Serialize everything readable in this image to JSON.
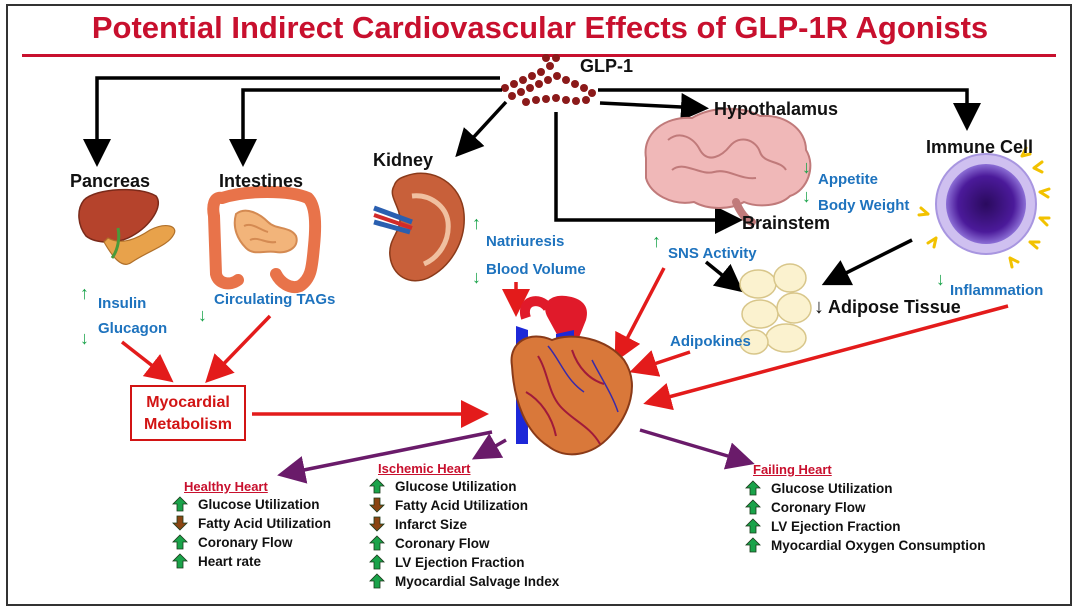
{
  "title": "Potential Indirect Cardiovascular Effects of GLP-1R Agonists",
  "glp1": "GLP-1",
  "organs": {
    "hypothalamus": "Hypothalamus",
    "immune_cell": "Immune Cell",
    "kidney": "Kidney",
    "pancreas": "Pancreas",
    "intestines": "Intestines",
    "brainstem": "Brainstem",
    "adipose": "Adipose Tissue"
  },
  "effects": {
    "appetite": "Appetite",
    "body_weight": "Body Weight",
    "natriuresis": "Natriuresis",
    "blood_volume": "Blood Volume",
    "sns_activity": "SNS Activity",
    "inflammation": "Inflammation",
    "insulin": "Insulin",
    "glucagon": "Glucagon",
    "circulating_tags": "Circulating TAGs",
    "adipokines": "Adipokines"
  },
  "myocardial_metabolism": [
    "Myocardial",
    "Metabolism"
  ],
  "colors": {
    "red": "#c8102e",
    "blue": "#1e73be",
    "green": "#1aa34a",
    "brown": "#8b4513",
    "purple": "#6a1b6a"
  },
  "outcomes": {
    "healthy": {
      "title": "Healthy Heart",
      "items": [
        {
          "label": "Glucose Utilization",
          "dir": "up"
        },
        {
          "label": "Fatty Acid Utilization",
          "dir": "down"
        },
        {
          "label": "Coronary Flow",
          "dir": "up"
        },
        {
          "label": "Heart rate",
          "dir": "up"
        }
      ]
    },
    "ischemic": {
      "title": "Ischemic Heart",
      "items": [
        {
          "label": "Glucose Utilization",
          "dir": "up"
        },
        {
          "label": "Fatty Acid Utilization",
          "dir": "down"
        },
        {
          "label": "Infarct Size",
          "dir": "down"
        },
        {
          "label": "Coronary Flow",
          "dir": "up"
        },
        {
          "label": "LV Ejection Fraction",
          "dir": "up"
        },
        {
          "label": "Myocardial Salvage Index",
          "dir": "up"
        }
      ]
    },
    "failing": {
      "title": "Failing Heart",
      "items": [
        {
          "label": "Glucose Utilization",
          "dir": "up"
        },
        {
          "label": "Coronary Flow",
          "dir": "up"
        },
        {
          "label": "LV Ejection Fraction",
          "dir": "up"
        },
        {
          "label": "Myocardial Oxygen Consumption",
          "dir": "up"
        }
      ]
    }
  }
}
